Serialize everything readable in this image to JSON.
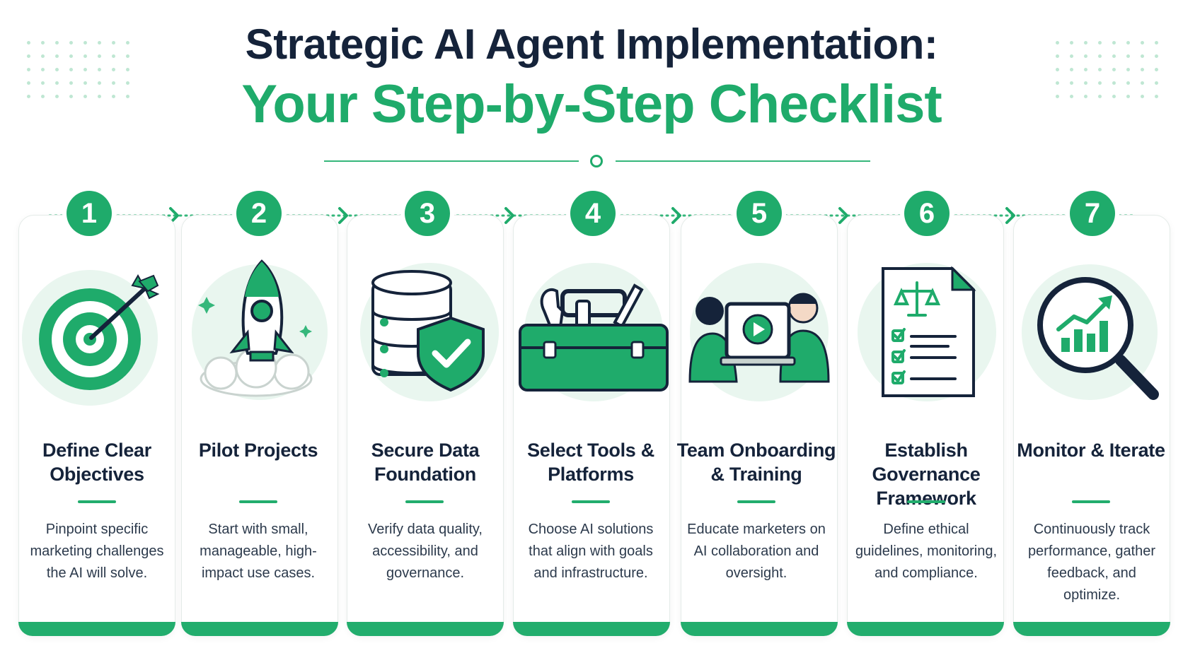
{
  "header": {
    "title_line1": "Strategic AI Agent Implementation:",
    "title_line2": "Your Step-by-Step Checklist"
  },
  "colors": {
    "accent": "#1fab6b",
    "dark": "#15233a",
    "light_green": "#e9f6ef"
  },
  "steps": [
    {
      "number": "1",
      "title": "Define Clear Objectives",
      "description": "Pinpoint specific marketing challenges the AI will solve.",
      "icon": "target-icon"
    },
    {
      "number": "2",
      "title": "Pilot Projects",
      "description": "Start with small, manageable, high-impact use cases.",
      "icon": "rocket-icon"
    },
    {
      "number": "3",
      "title": "Secure Data Foundation",
      "description": "Verify data quality, accessibility, and governance.",
      "icon": "database-shield-icon"
    },
    {
      "number": "4",
      "title": "Select Tools & Platforms",
      "description": "Choose AI solutions that align with goals and infrastructure.",
      "icon": "toolbox-icon"
    },
    {
      "number": "5",
      "title": "Team Onboarding & Training",
      "description": "Educate marketers on AI collaboration and oversight.",
      "icon": "people-monitor-icon"
    },
    {
      "number": "6",
      "title": "Establish Governance Framework",
      "description": "Define ethical guidelines, monitoring, and compliance.",
      "icon": "document-scales-icon"
    },
    {
      "number": "7",
      "title": "Monitor & Iterate",
      "description": "Continuously track performance, gather feedback, and optimize.",
      "icon": "magnifier-chart-icon"
    }
  ]
}
